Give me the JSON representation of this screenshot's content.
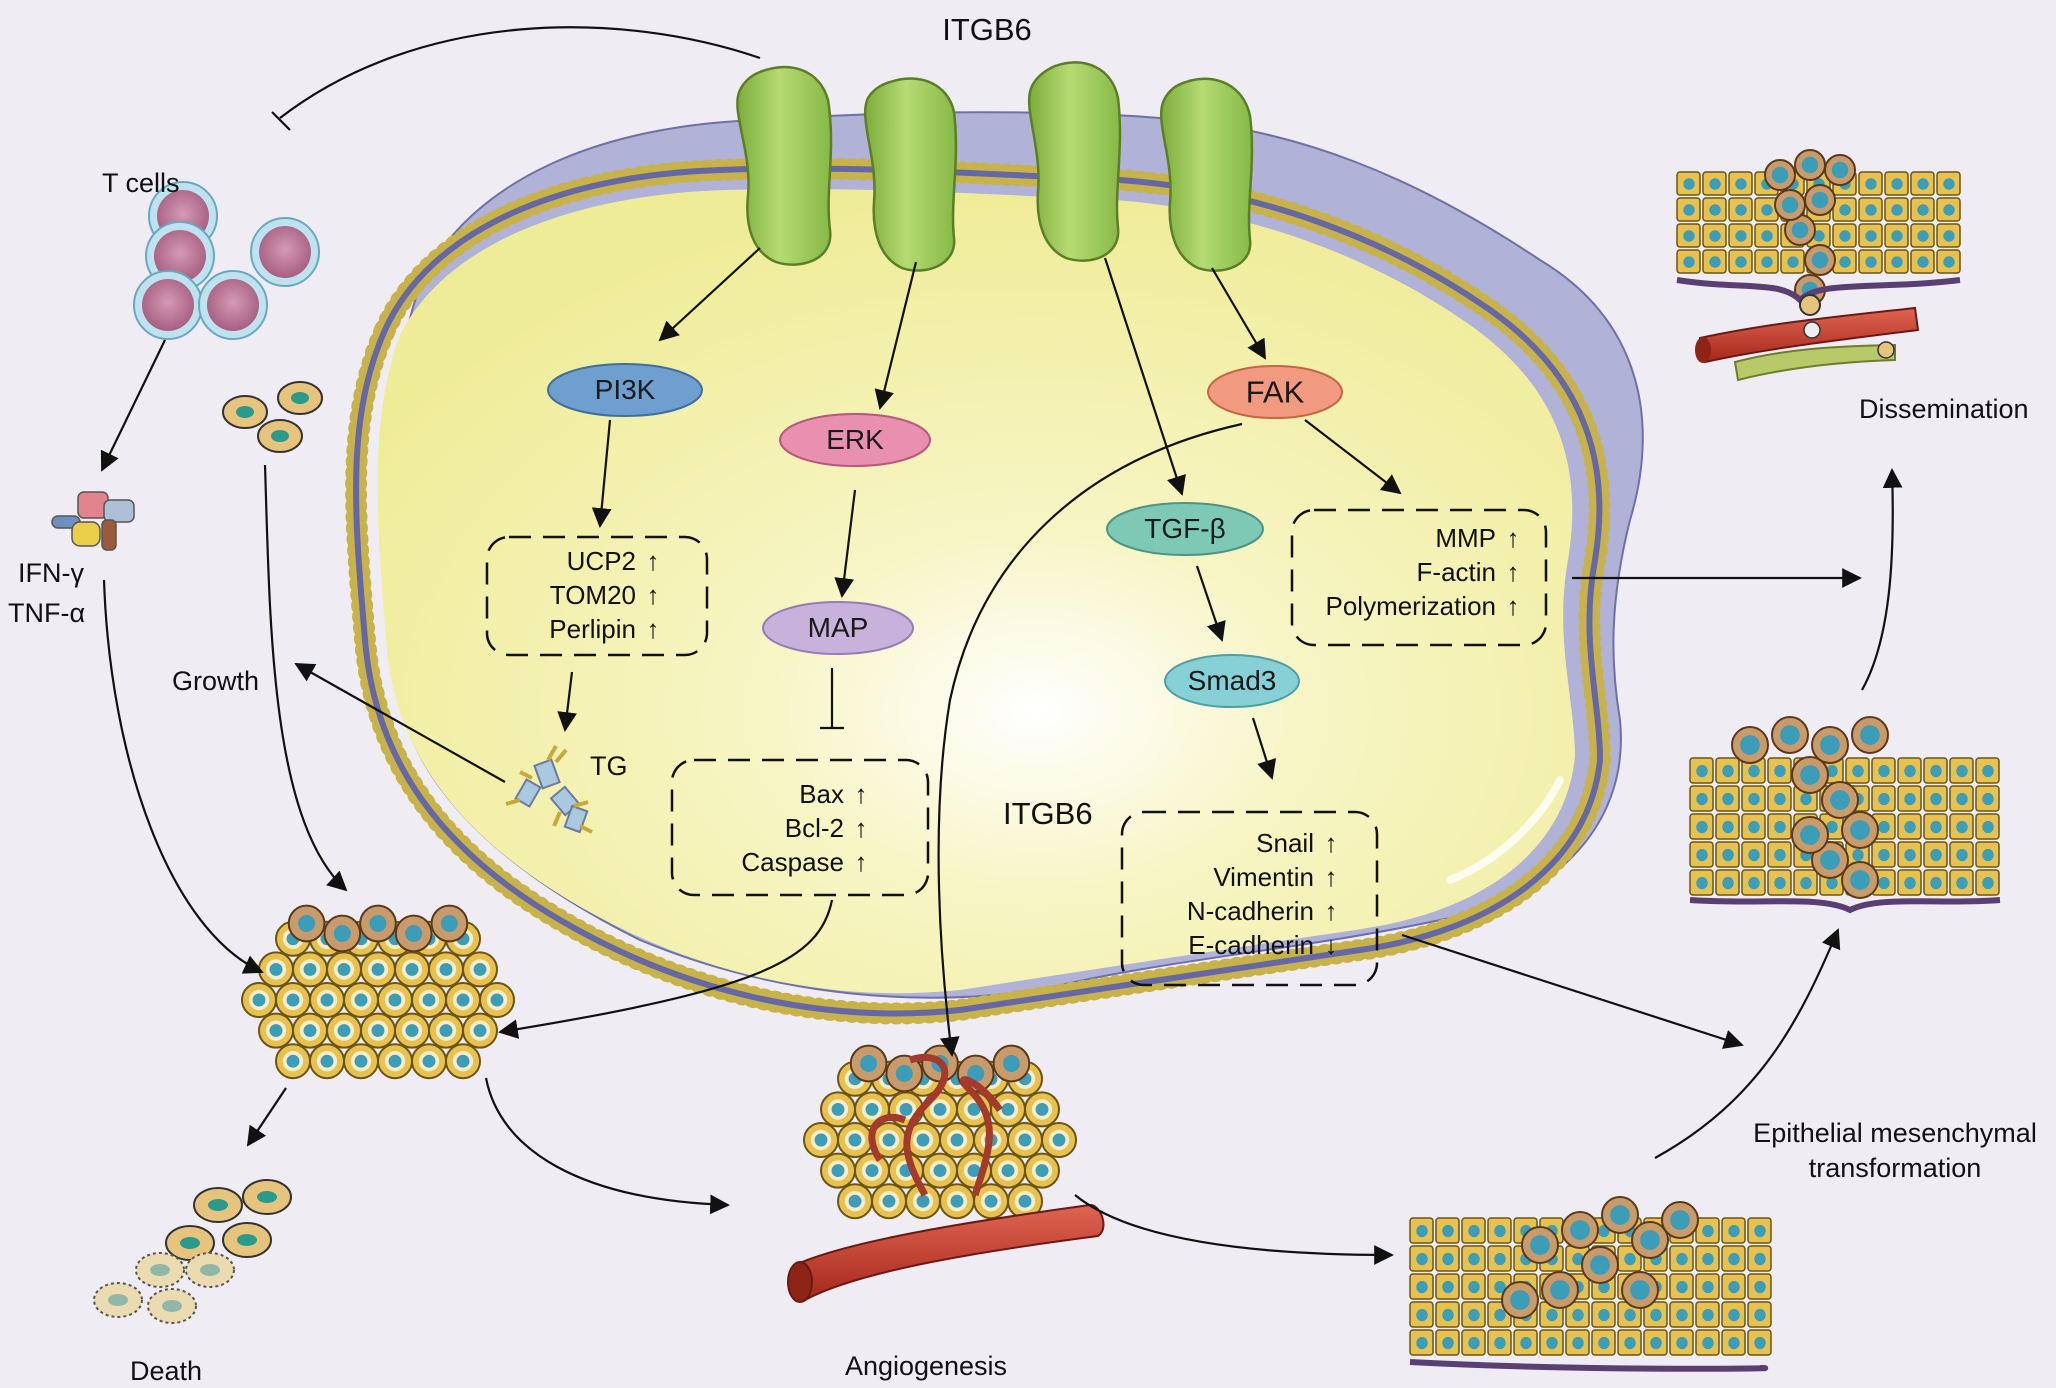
{
  "receptor": {
    "top_label": "ITGB6",
    "inner_label": "ITGB6"
  },
  "nodes": {
    "pi3k": "PI3K",
    "erk": "ERK",
    "map": "MAP",
    "fak": "FAK",
    "tgfb": "TGF-β",
    "smad3": "Smad3"
  },
  "boxes": {
    "ucp2": {
      "items": [
        {
          "name": "UCP2",
          "dir": "↑"
        },
        {
          "name": "TOM20",
          "dir": "↑"
        },
        {
          "name": "Perlipin",
          "dir": "↑"
        }
      ]
    },
    "bax": {
      "items": [
        {
          "name": "Bax",
          "dir": "↑"
        },
        {
          "name": "Bcl-2",
          "dir": "↑"
        },
        {
          "name": "Caspase",
          "dir": "↑"
        }
      ]
    },
    "mmp": {
      "items": [
        {
          "name": "MMP",
          "dir": "↑"
        },
        {
          "name": "F-actin",
          "dir": "↑"
        },
        {
          "name": "Polymerization",
          "dir": "↑"
        }
      ]
    },
    "snail": {
      "items": [
        {
          "name": "Snail",
          "dir": "↑"
        },
        {
          "name": "Vimentin",
          "dir": "↑"
        },
        {
          "name": "N-cadherin",
          "dir": "↑"
        },
        {
          "name": "E-cadherin",
          "dir": "↓"
        }
      ]
    }
  },
  "labels": {
    "tg": "TG",
    "t_cells": "T cells",
    "ifn": "IFN-γ",
    "tnf": "TNF-α",
    "growth": "Growth",
    "death": "Death",
    "angiogenesis": "Angiogenesis",
    "emt_line1": "Epithelial mesenchymal",
    "emt_line2": "transformation",
    "dissemination": "Dissemination"
  },
  "colors": {
    "background": "#f0ecf4",
    "cytoplasm": "#f3f1a8",
    "outer_membrane": "#aeb0d6",
    "receptor": "#9fcb5a",
    "pi3k": "#6f9fcf",
    "erk": "#e98fb0",
    "map": "#c8b2dc",
    "fak": "#f29a80",
    "tgfb": "#7ec9b6",
    "smad3": "#86d0d6",
    "tumor_cell": "#e8c250",
    "nucleus": "#3b9db8",
    "vessel": "#c7402f"
  }
}
